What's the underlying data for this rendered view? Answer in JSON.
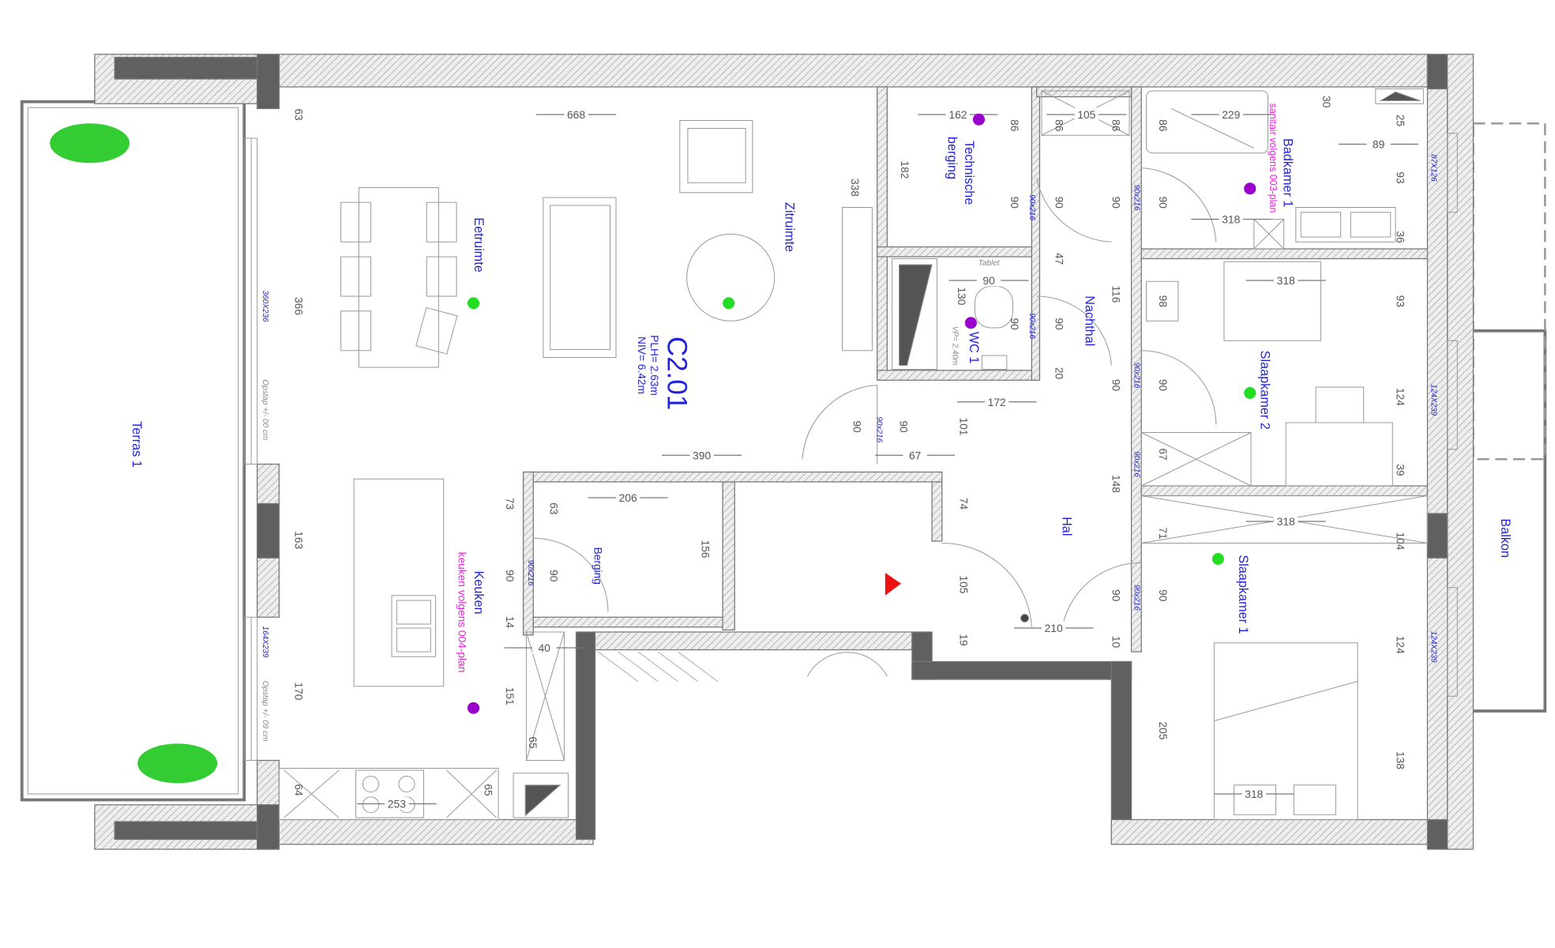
{
  "unit": {
    "code": "C2.01",
    "plh": "PLH= 2.63m",
    "niv": "NIV= 6.42m"
  },
  "rooms": {
    "terras": "Terras 1",
    "eetruimte": "Eetruimte",
    "zitruimte": "Zitruimte",
    "technische_berging_1": "Technische",
    "technische_berging_2": "berging",
    "badkamer": "Badkamer 1",
    "badkamer_note": "sanitair volgens 003-plan",
    "wc": "WC 1",
    "wc_note": "VP= 2.40m",
    "nachthal": "Nachthal",
    "slaapkamer2": "Slaapkamer 2",
    "hal": "Hal",
    "slaapkamer1": "Slaapkamer 1",
    "balkon": "Balkon",
    "keuken": "Keuken",
    "keuken_note": "keuken volgens 004-plan",
    "berging": "Berging",
    "tablet": "Tablet"
  },
  "windows": [
    "360X236",
    "164X239",
    "87X126",
    "124X239",
    "124X239"
  ],
  "opstap": [
    "Opstap +/- 00 cm",
    "Opstap +/- 09 cm"
  ],
  "doors": [
    "90x216",
    "90x216",
    "90x216",
    "90x216",
    "90x216",
    "90x216",
    "90x216",
    "90x216"
  ],
  "dimensions_horizontal": [
    "668",
    "162",
    "105",
    "229",
    "89",
    "318",
    "318",
    "172",
    "390",
    "67",
    "206",
    "318",
    "210",
    "253",
    "318",
    "40",
    "90"
  ],
  "dimensions_vertical": [
    "63",
    "366",
    "163",
    "170",
    "64",
    "65",
    "151",
    "65",
    "73",
    "63",
    "90",
    "90",
    "14",
    "156",
    "338",
    "182",
    "86",
    "90",
    "86",
    "90",
    "86",
    "90",
    "86",
    "90",
    "30",
    "25",
    "93",
    "36",
    "93",
    "124",
    "39",
    "104",
    "124",
    "138",
    "47",
    "116",
    "90",
    "90",
    "130",
    "20",
    "98",
    "90",
    "90",
    "148",
    "67",
    "71",
    "90",
    "90",
    "205",
    "90",
    "90",
    "101",
    "74",
    "105",
    "19",
    "10"
  ],
  "markers": {
    "occupied_color": "#22dd22",
    "sanitary_color": "#9900cc",
    "entrance_color": "#ee1111"
  },
  "colors": {
    "labels": "#2222dd",
    "notes": "#ee22dd",
    "solid_wall": "#606060"
  }
}
